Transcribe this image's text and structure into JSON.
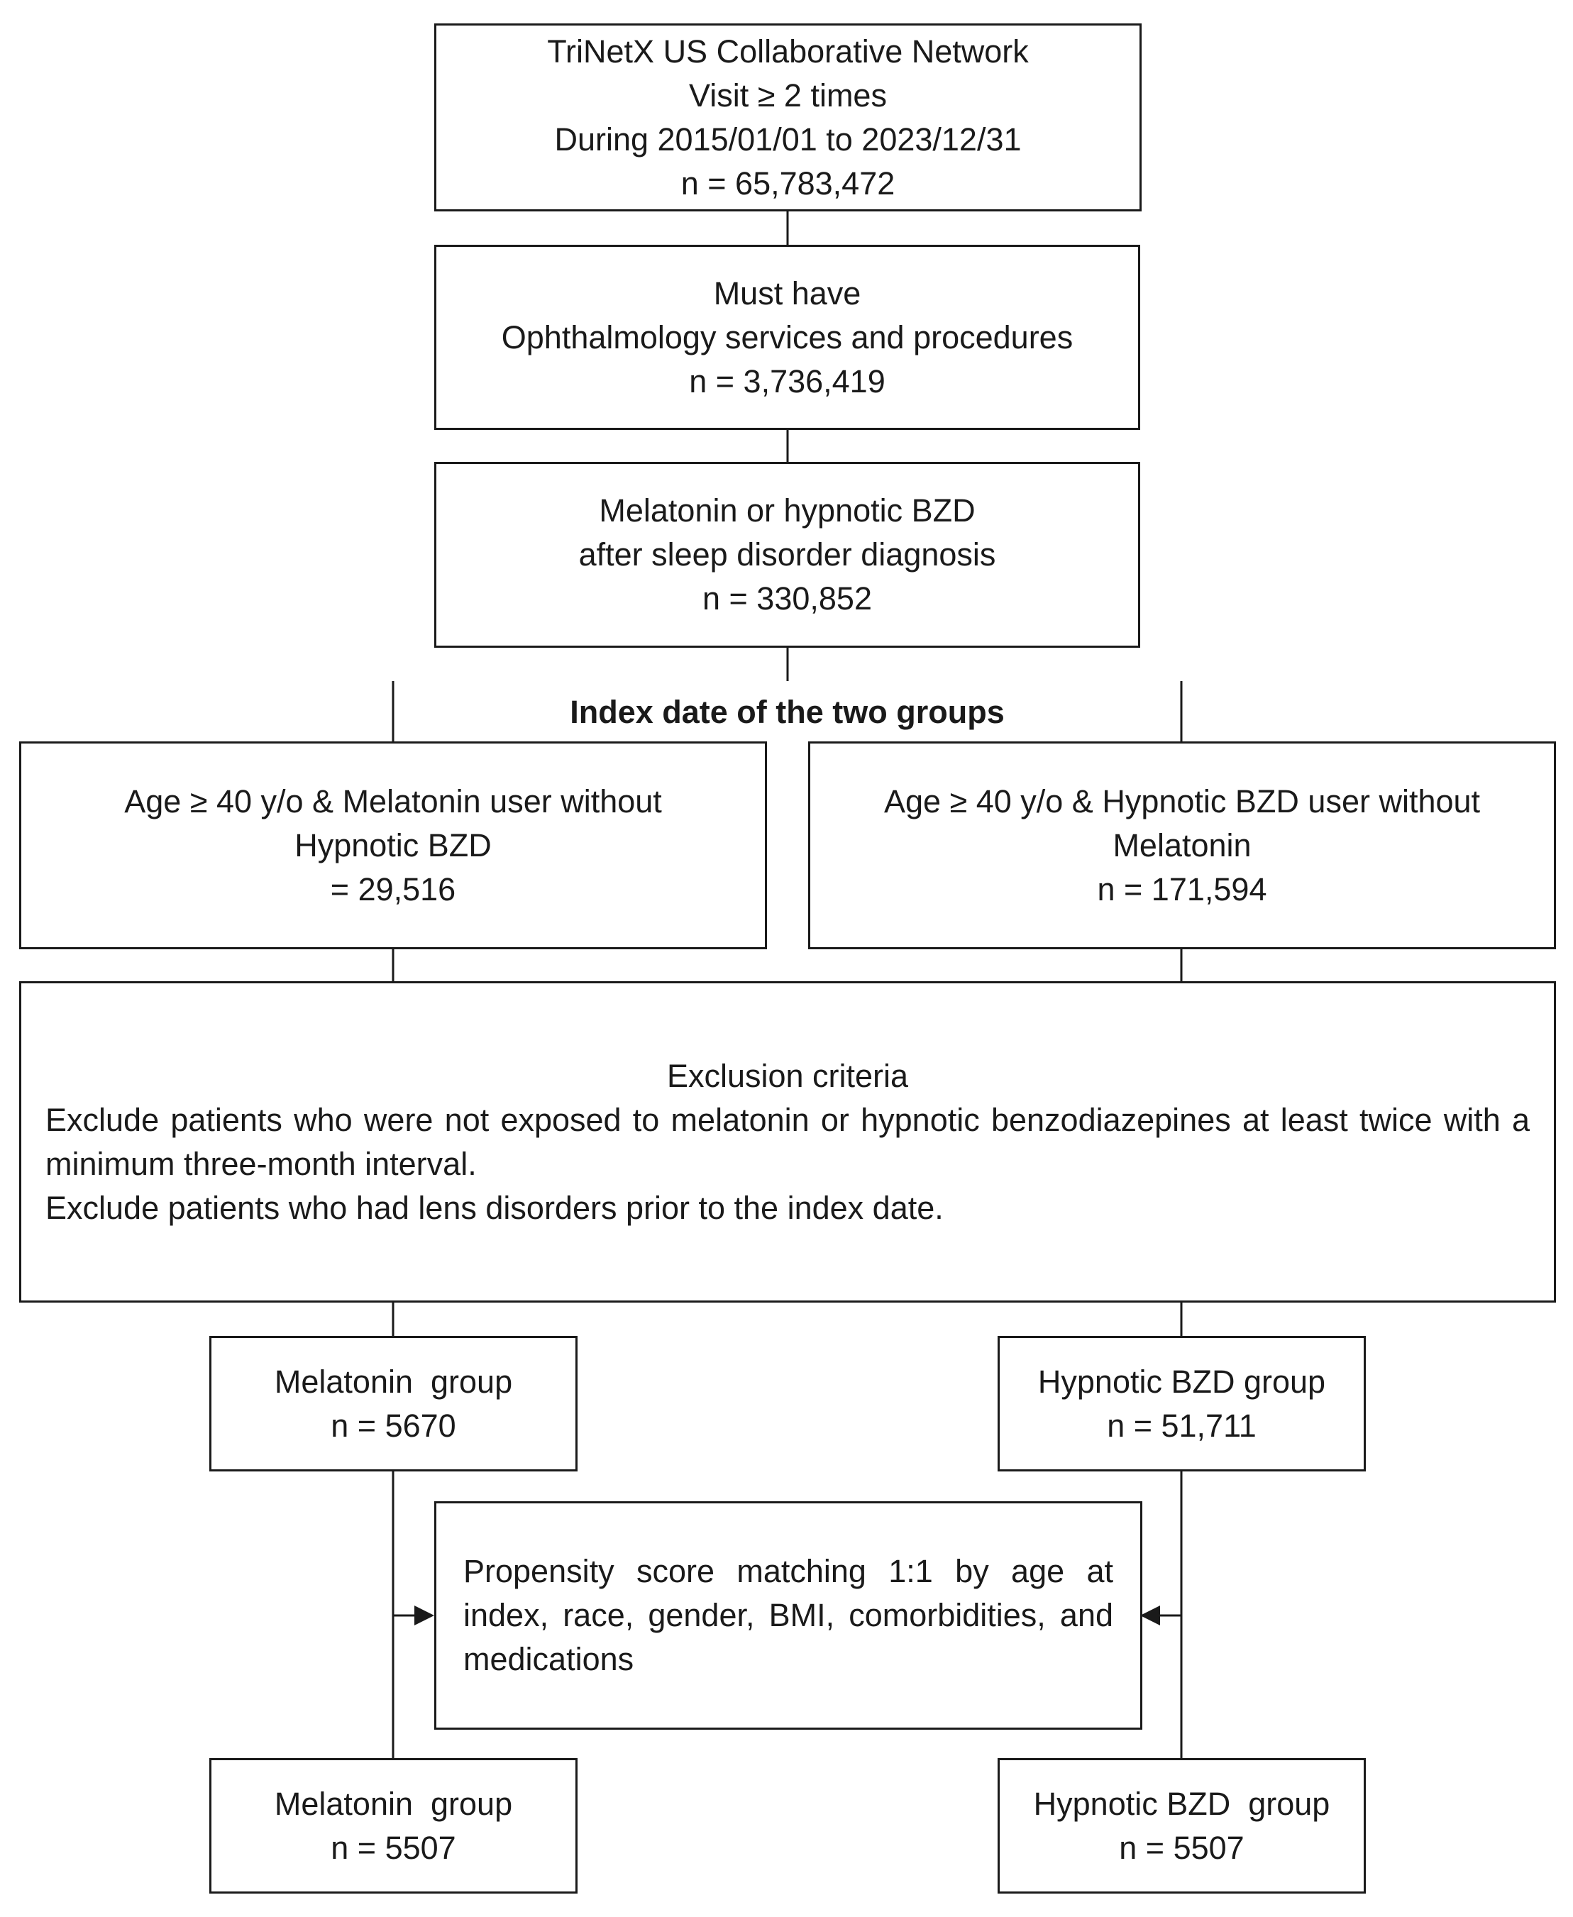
{
  "source": {
    "lines": [
      "TriNetX US Collaborative Network",
      "Visit ≥ 2 times",
      "During 2015/01/01 to 2023/12/31",
      "n = 65,783,472"
    ]
  },
  "ophthalmology": {
    "lines": [
      "Must have",
      "Ophthalmology services and procedures",
      "n = 3,736,419"
    ]
  },
  "melatonin_bzd": {
    "lines": [
      "Melatonin or hypnotic BZD",
      "after sleep disorder diagnosis",
      "n = 330,852"
    ]
  },
  "index_date": {
    "label": "Index date of the two groups"
  },
  "left_cohort": {
    "lines": [
      "Age ≥ 40 y/o & Melatonin user without",
      "Hypnotic BZD",
      "= 29,516"
    ]
  },
  "right_cohort": {
    "lines": [
      "Age ≥ 40 y/o & Hypnotic BZD user without",
      "Melatonin",
      "n = 171,594"
    ]
  },
  "exclusion": {
    "title": "Exclusion criteria",
    "criterion_1": "Exclude patients who were not exposed to melatonin or hypnotic benzodiazepines at least twice with a minimum three-month interval.",
    "criterion_2": "Exclude patients who had lens disorders prior to the index date."
  },
  "melatonin_group_pre": {
    "label": "Melatonin  group",
    "n": "n = 5670"
  },
  "bzd_group_pre": {
    "label": "Hypnotic BZD group",
    "n": "n = 51,711"
  },
  "propensity": {
    "text": "Propensity score matching 1:1 by age at index, race, gender, BMI, comorbidities, and medications"
  },
  "melatonin_group_post": {
    "label": "Melatonin  group",
    "n": "n = 5507"
  },
  "bzd_group_post": {
    "label": "Hypnotic BZD  group",
    "n": "n = 5507"
  }
}
